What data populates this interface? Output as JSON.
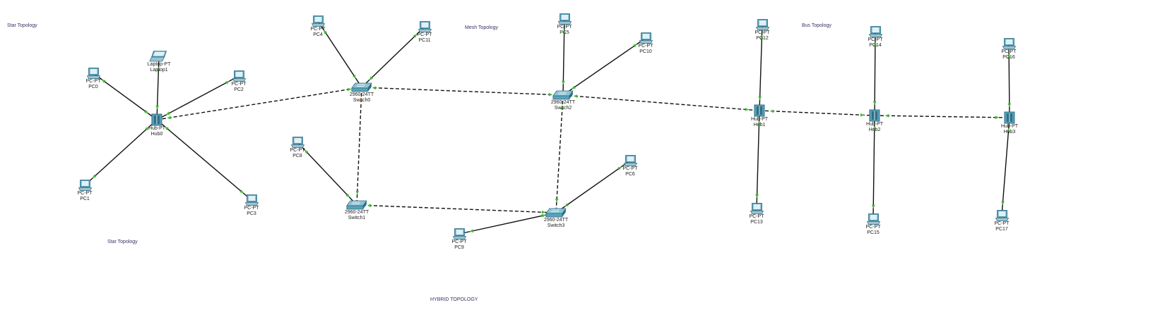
{
  "annotations": {
    "star_1": "Star Topology",
    "mesh": "Mesh Topology",
    "bus": "Bus Topology",
    "star_2": "Star Topology",
    "hybrid": "HYBRID TOPOLOGY"
  },
  "devices": [
    {
      "id": "pc0",
      "type": "PC-PT",
      "name": "PC0",
      "icon": "pc-icon"
    },
    {
      "id": "laptop1",
      "type": "Laptop-PT",
      "name": "Laptop1",
      "icon": "laptop-icon"
    },
    {
      "id": "pc2",
      "type": "PC-PT",
      "name": "PC2",
      "icon": "pc-icon"
    },
    {
      "id": "hub0",
      "type": "Hub-PT",
      "name": "Hub0",
      "icon": "hub-icon"
    },
    {
      "id": "pc1",
      "type": "PC-PT",
      "name": "PC1",
      "icon": "pc-icon"
    },
    {
      "id": "pc3",
      "type": "PC-PT",
      "name": "PC3",
      "icon": "pc-icon"
    },
    {
      "id": "pc4",
      "type": "PC-PT",
      "name": "PC4",
      "icon": "pc-icon"
    },
    {
      "id": "pc11",
      "type": "PC-PT",
      "name": "PC11",
      "icon": "pc-icon"
    },
    {
      "id": "switch0",
      "type": "2960-24TT",
      "name": "Switch0",
      "icon": "switch-icon"
    },
    {
      "id": "pc8",
      "type": "PC-PT",
      "name": "PC8",
      "icon": "pc-icon"
    },
    {
      "id": "switch1",
      "type": "2960-24TT",
      "name": "Switch1",
      "icon": "switch-icon"
    },
    {
      "id": "pc5",
      "type": "PC-PT",
      "name": "PC5",
      "icon": "pc-icon"
    },
    {
      "id": "pc10",
      "type": "PC-PT",
      "name": "PC10",
      "icon": "pc-icon"
    },
    {
      "id": "switch2",
      "type": "2960-24TT",
      "name": "Switch2",
      "icon": "switch-icon"
    },
    {
      "id": "pc6",
      "type": "PC-PT",
      "name": "PC6",
      "icon": "pc-icon"
    },
    {
      "id": "switch3",
      "type": "2960-24TT",
      "name": "Switch3",
      "icon": "switch-icon"
    },
    {
      "id": "pc9",
      "type": "PC-PT",
      "name": "PC9",
      "icon": "pc-icon"
    },
    {
      "id": "pc12",
      "type": "PC-PT",
      "name": "PC12",
      "icon": "pc-icon"
    },
    {
      "id": "hub1",
      "type": "Hub-PT",
      "name": "Hub1",
      "icon": "hub-icon"
    },
    {
      "id": "pc13",
      "type": "PC-PT",
      "name": "PC13",
      "icon": "pc-icon"
    },
    {
      "id": "pc14",
      "type": "PC-PT",
      "name": "PC14",
      "icon": "pc-icon"
    },
    {
      "id": "hub2",
      "type": "Hub-PT",
      "name": "Hub2",
      "icon": "hub-icon"
    },
    {
      "id": "pc15",
      "type": "PC-PT",
      "name": "PC15",
      "icon": "pc-icon"
    },
    {
      "id": "pc16",
      "type": "PC-PT",
      "name": "PC16",
      "icon": "pc-icon"
    },
    {
      "id": "hub3",
      "type": "Hub-PT",
      "name": "Hub3",
      "icon": "hub-icon"
    },
    {
      "id": "pc17",
      "type": "PC-PT",
      "name": "PC17",
      "icon": "pc-icon"
    }
  ],
  "links": [
    {
      "from": "hub0",
      "to": "pc0",
      "style": "straight"
    },
    {
      "from": "hub0",
      "to": "laptop1",
      "style": "straight"
    },
    {
      "from": "hub0",
      "to": "pc2",
      "style": "straight"
    },
    {
      "from": "hub0",
      "to": "pc1",
      "style": "straight"
    },
    {
      "from": "hub0",
      "to": "pc3",
      "style": "straight"
    },
    {
      "from": "hub0",
      "to": "switch0",
      "style": "crossover"
    },
    {
      "from": "switch0",
      "to": "pc4",
      "style": "straight"
    },
    {
      "from": "switch0",
      "to": "pc11",
      "style": "straight"
    },
    {
      "from": "switch0",
      "to": "switch1",
      "style": "crossover"
    },
    {
      "from": "switch0",
      "to": "switch2",
      "style": "crossover"
    },
    {
      "from": "switch1",
      "to": "pc8",
      "style": "straight"
    },
    {
      "from": "switch1",
      "to": "switch3",
      "style": "crossover"
    },
    {
      "from": "switch2",
      "to": "pc5",
      "style": "straight"
    },
    {
      "from": "switch2",
      "to": "pc10",
      "style": "straight"
    },
    {
      "from": "switch2",
      "to": "switch3",
      "style": "crossover"
    },
    {
      "from": "switch2",
      "to": "hub1",
      "style": "crossover"
    },
    {
      "from": "switch3",
      "to": "pc6",
      "style": "straight"
    },
    {
      "from": "switch3",
      "to": "pc9",
      "style": "straight"
    },
    {
      "from": "hub1",
      "to": "pc12",
      "style": "straight"
    },
    {
      "from": "hub1",
      "to": "pc13",
      "style": "straight"
    },
    {
      "from": "hub1",
      "to": "hub2",
      "style": "crossover"
    },
    {
      "from": "hub2",
      "to": "pc14",
      "style": "straight"
    },
    {
      "from": "hub2",
      "to": "pc15",
      "style": "straight"
    },
    {
      "from": "hub2",
      "to": "hub3",
      "style": "crossover"
    },
    {
      "from": "hub3",
      "to": "pc16",
      "style": "straight"
    },
    {
      "from": "hub3",
      "to": "pc17",
      "style": "straight"
    }
  ],
  "colors": {
    "link": "#111111",
    "port_up": "#44bb33",
    "port_blocking": "#ee8822",
    "device_body": "#5aa0b8",
    "device_dark": "#2f6f86",
    "screen": "#dff0f6"
  }
}
